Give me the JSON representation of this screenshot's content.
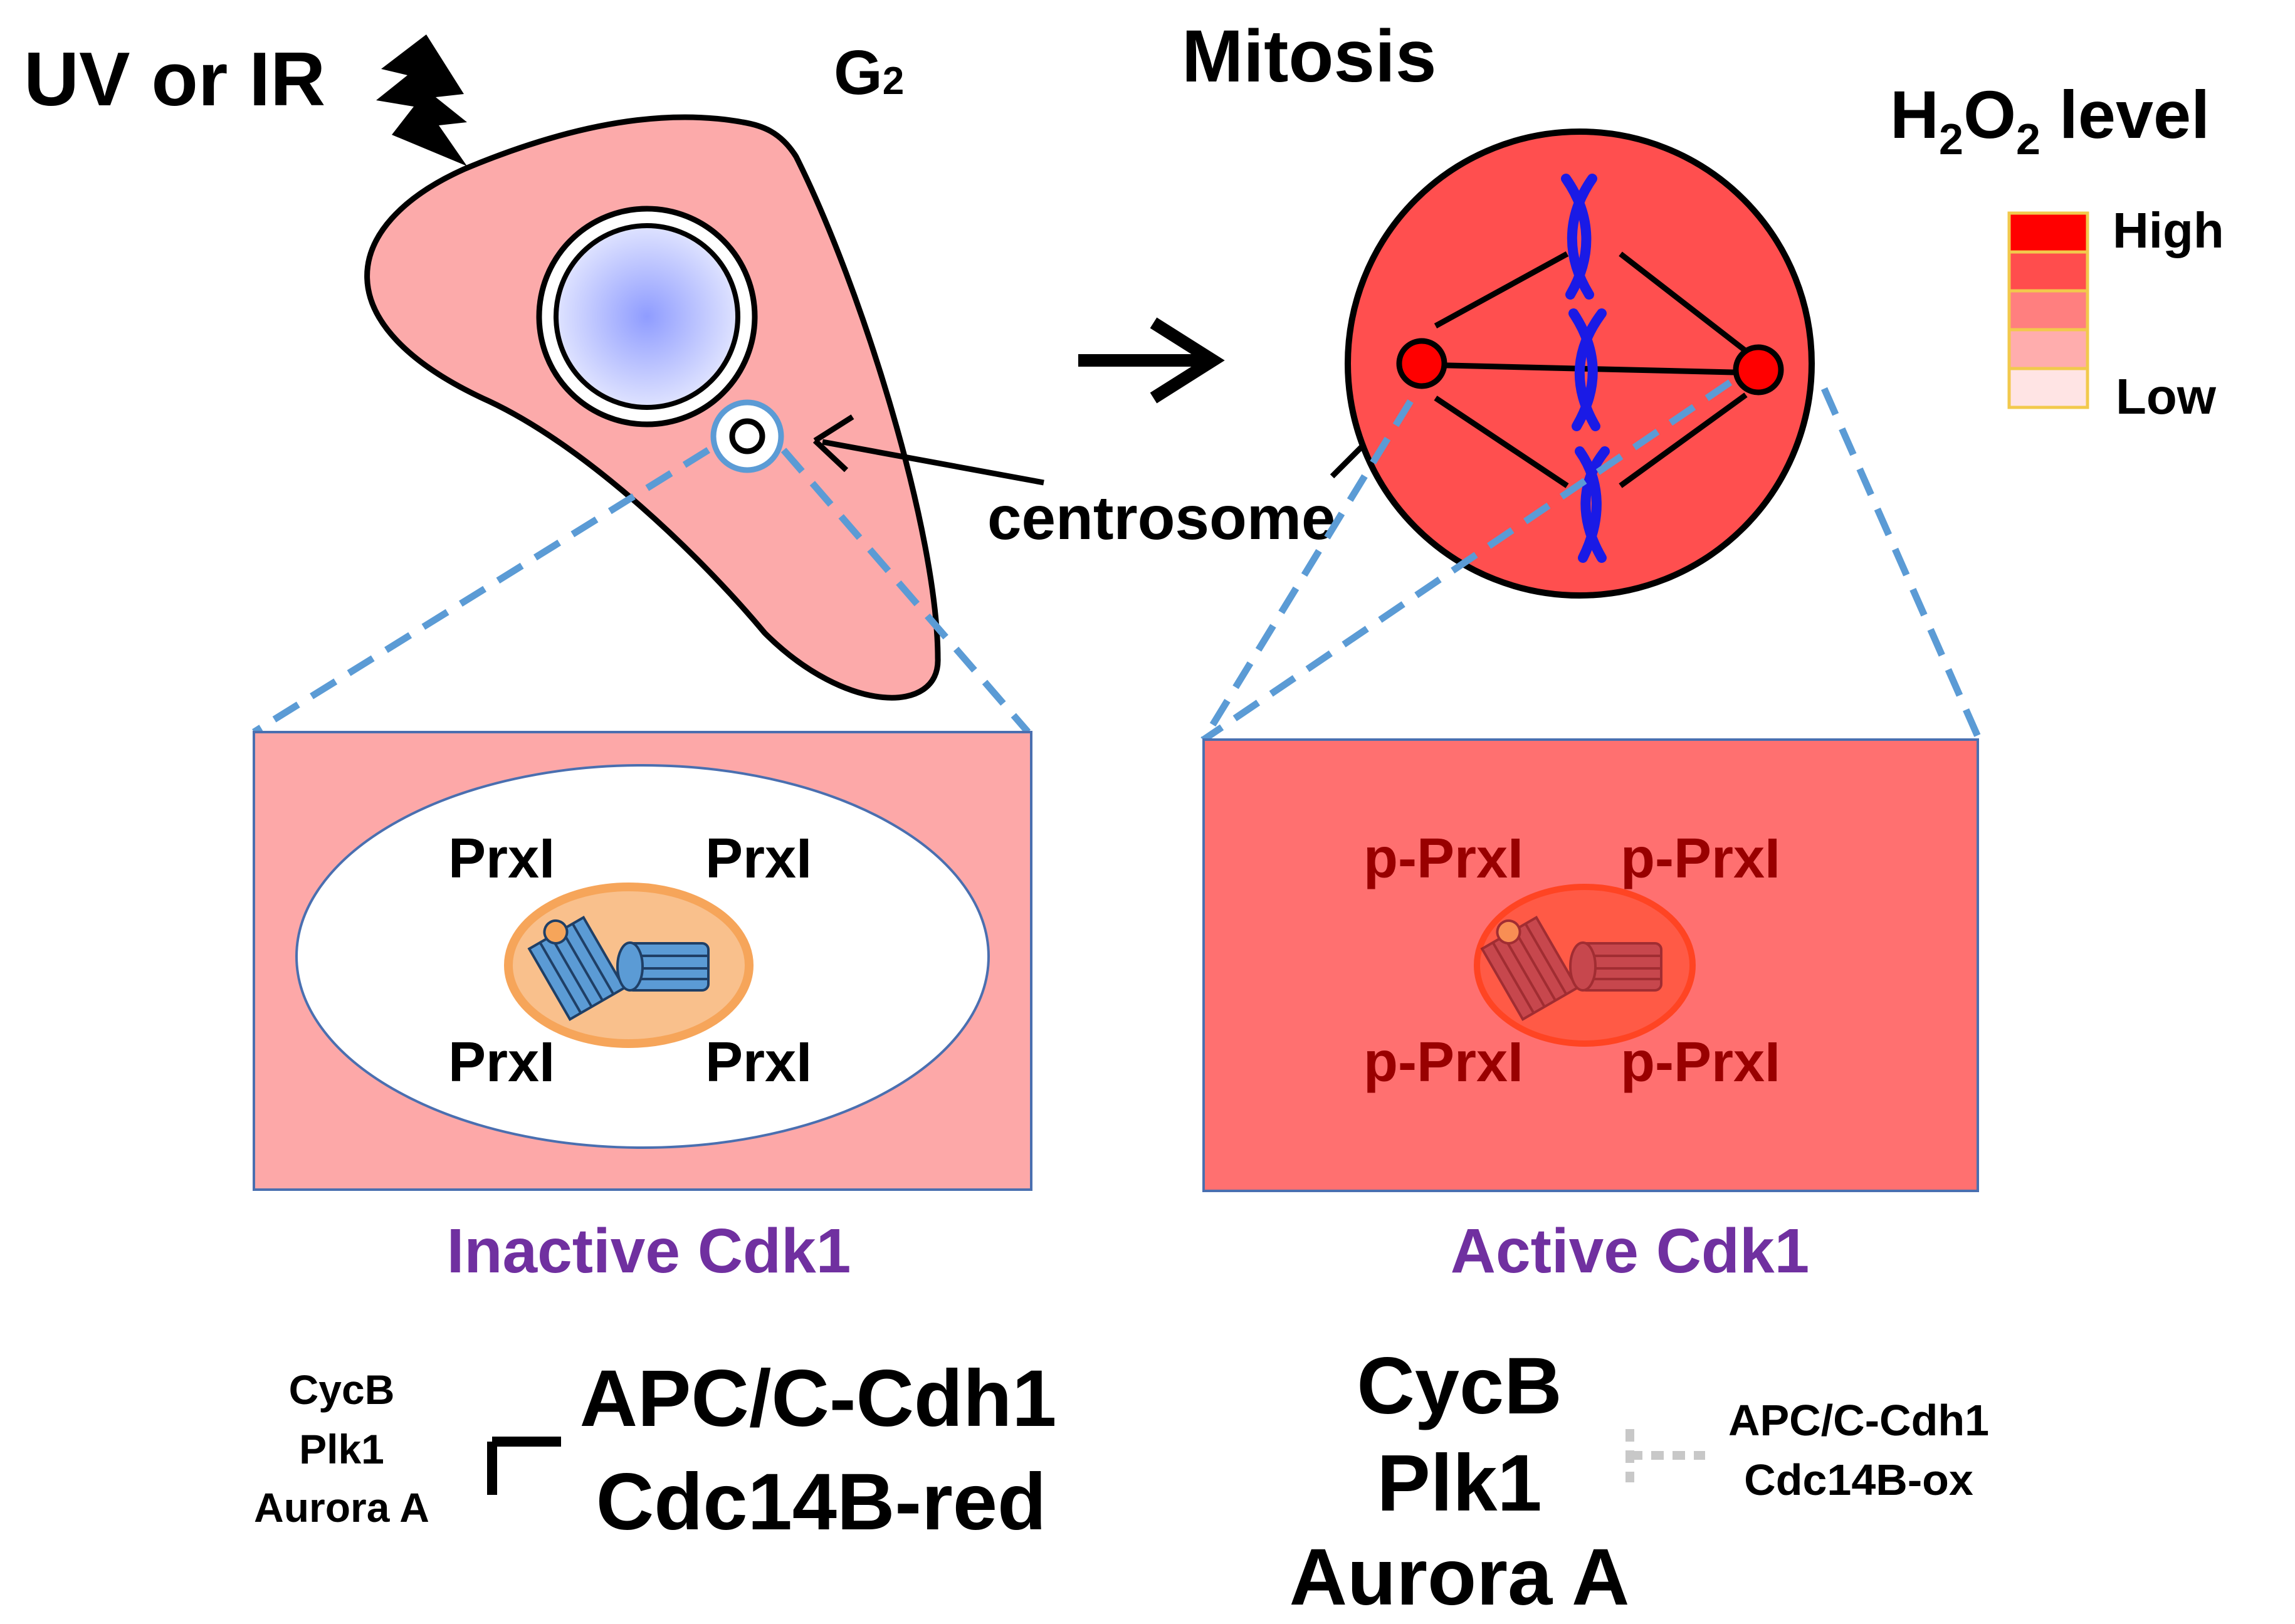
{
  "labels": {
    "uv_ir": "UV or IR",
    "g2_main": "G",
    "g2_sub": "2",
    "mitosis": "Mitosis",
    "centrosome": "centrosome",
    "inactive_cdk1": "Inactive Cdk1",
    "active_cdk1": "Active Cdk1"
  },
  "legend": {
    "h": "H",
    "sub1": "2",
    "o": "O",
    "sub2": "2",
    "level": " level",
    "high": "High",
    "low": "Low",
    "colors": [
      "#ff0000",
      "#ff4d4d",
      "#ff7f7f",
      "#ffadad",
      "#ffe4e4"
    ]
  },
  "left_panel": {
    "tl": "PrxI",
    "tr": "PrxI",
    "bl": "PrxI",
    "br": "PrxI"
  },
  "right_panel": {
    "tl": "p-PrxI",
    "tr": "p-PrxI",
    "bl": "p-PrxI",
    "br": "p-PrxI"
  },
  "left_bottom": {
    "small": [
      "CycB",
      "Plk1",
      "Aurora A"
    ],
    "large": [
      "APC/C-Cdh1",
      "Cdc14B-red"
    ]
  },
  "right_bottom": {
    "large": [
      "CycB",
      "Plk1",
      "Aurora A"
    ],
    "small": [
      "APC/C-Cdh1",
      "Cdc14B-ox"
    ]
  },
  "colors": {
    "cell_fill": "#fcaaaa",
    "mitotic_fill": "#ff4f4f",
    "panel_left": "#fda8a8",
    "panel_right": "#ff7070",
    "nucleus": "#8f9cff",
    "chromosome": "#1a1ae6",
    "dash_blue": "#5b9bd5",
    "purple": "#7030a0",
    "dark_red": "#990000",
    "orange": "#f6a55a"
  }
}
